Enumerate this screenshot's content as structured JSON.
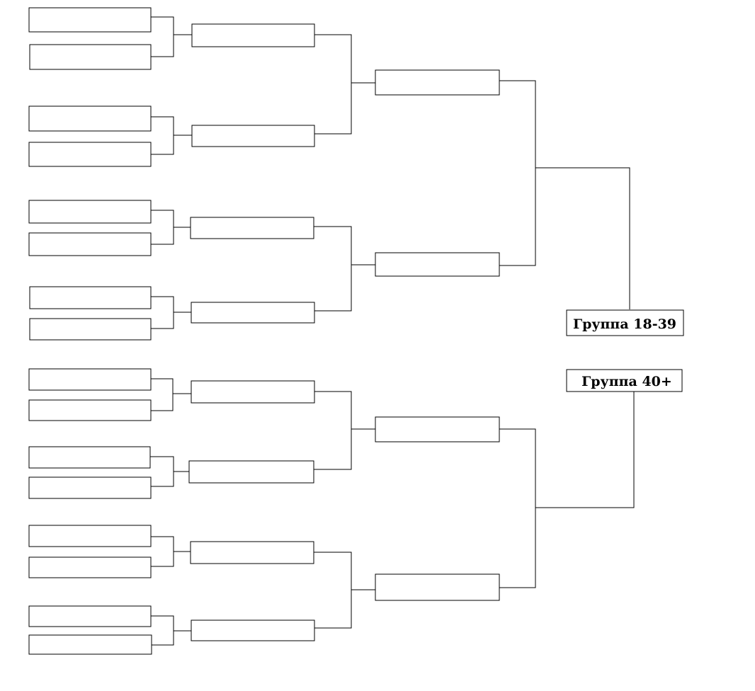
{
  "groups": [
    {
      "id": "group-18-39",
      "label": "Группа 18-39"
    },
    {
      "id": "group-40-plus",
      "label": "Группа 40+"
    }
  ],
  "bracket": {
    "halves": [
      {
        "group": "group-18-39",
        "rounds": [
          8,
          4,
          2
        ]
      },
      {
        "group": "group-40-plus",
        "rounds": [
          8,
          4,
          2
        ]
      }
    ]
  },
  "colors": {
    "line": "#000000",
    "background": "#ffffff"
  }
}
